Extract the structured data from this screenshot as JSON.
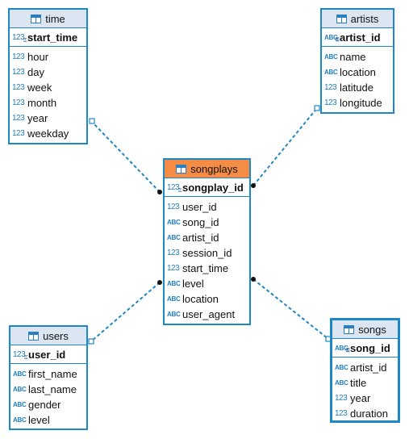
{
  "tables": {
    "time": {
      "name": "time",
      "pk": {
        "name": "start_time",
        "type": "123"
      },
      "cols": [
        {
          "name": "hour",
          "type": "123"
        },
        {
          "name": "day",
          "type": "123"
        },
        {
          "name": "week",
          "type": "123"
        },
        {
          "name": "month",
          "type": "123"
        },
        {
          "name": "year",
          "type": "123"
        },
        {
          "name": "weekday",
          "type": "123"
        }
      ]
    },
    "artists": {
      "name": "artists",
      "pk": {
        "name": "artist_id",
        "type": "ABC"
      },
      "cols": [
        {
          "name": "name",
          "type": "ABC"
        },
        {
          "name": "location",
          "type": "ABC"
        },
        {
          "name": "latitude",
          "type": "123"
        },
        {
          "name": "longitude",
          "type": "123"
        }
      ]
    },
    "songplays": {
      "name": "songplays",
      "pk": {
        "name": "songplay_id",
        "type": "123"
      },
      "cols": [
        {
          "name": "user_id",
          "type": "123"
        },
        {
          "name": "song_id",
          "type": "ABC"
        },
        {
          "name": "artist_id",
          "type": "ABC"
        },
        {
          "name": "session_id",
          "type": "123"
        },
        {
          "name": "start_time",
          "type": "123"
        },
        {
          "name": "level",
          "type": "ABC"
        },
        {
          "name": "location",
          "type": "ABC"
        },
        {
          "name": "user_agent",
          "type": "ABC"
        }
      ]
    },
    "users": {
      "name": "users",
      "pk": {
        "name": "user_id",
        "type": "123"
      },
      "cols": [
        {
          "name": "first_name",
          "type": "ABC"
        },
        {
          "name": "last_name",
          "type": "ABC"
        },
        {
          "name": "gender",
          "type": "ABC"
        },
        {
          "name": "level",
          "type": "ABC"
        }
      ]
    },
    "songs": {
      "name": "songs",
      "pk": {
        "name": "song_id",
        "type": "ABC"
      },
      "cols": [
        {
          "name": "artist_id",
          "type": "ABC"
        },
        {
          "name": "title",
          "type": "ABC"
        },
        {
          "name": "year",
          "type": "123"
        },
        {
          "name": "duration",
          "type": "123"
        }
      ]
    }
  },
  "colors": {
    "border": "#1e87c8",
    "header": "#dbe6f2",
    "fact_header": "#f58c45",
    "link": "#1e87c8"
  },
  "relationships": [
    {
      "from": "songplays",
      "to": "time"
    },
    {
      "from": "songplays",
      "to": "artists"
    },
    {
      "from": "songplays",
      "to": "users"
    },
    {
      "from": "songplays",
      "to": "songs"
    }
  ]
}
